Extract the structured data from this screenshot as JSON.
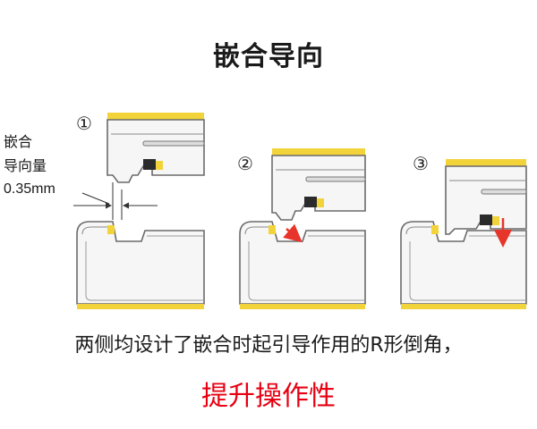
{
  "title": "嵌合导向",
  "steps": [
    {
      "marker": "①"
    },
    {
      "marker": "②"
    },
    {
      "marker": "③"
    }
  ],
  "annotation": {
    "line1": "嵌合",
    "line2": "导向量",
    "value": "0.35mm"
  },
  "caption": "两侧均设计了嵌合时起引导作用的R形倒角，",
  "highlight": "提升操作性",
  "colors": {
    "plating": "#f2d33a",
    "arrow": "#e8352b",
    "highlight_text": "#e60012",
    "outline": "#6a6a6a"
  }
}
